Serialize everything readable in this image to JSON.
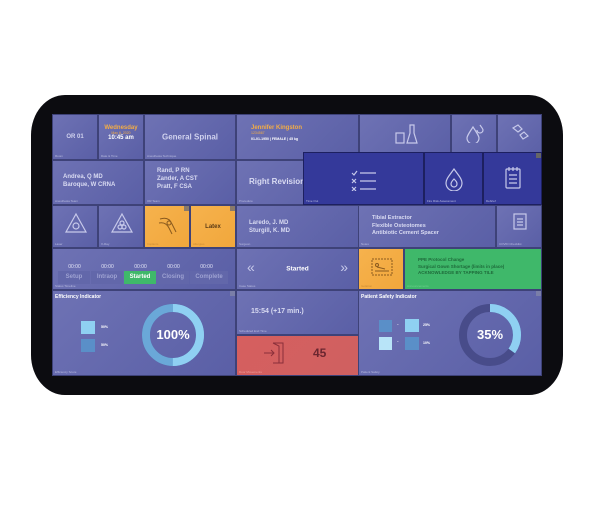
{
  "room": {
    "value": "OR 01",
    "label": "Room"
  },
  "datetime": {
    "day": "Wednesday",
    "date": "May 6, 2020",
    "time": "10:45 am",
    "label": "Date & Time"
  },
  "anesthesia_technique": {
    "value": "General Spinal",
    "label": "Anesthesia Technique"
  },
  "patient": {
    "name": "Jennifer Kingston",
    "id": "1234567",
    "details": "01-01-1950 | FEMALE | 45 kg"
  },
  "anesthesia_team": {
    "members": [
      "Andrea, Q MD",
      "Baroque, W CRNA"
    ],
    "label": "Anesthesia Team"
  },
  "or_team": {
    "members": [
      "Rand, P RN",
      "Zander, A CST",
      "Pratt, F CSA"
    ],
    "label": "OR Team"
  },
  "procedure": {
    "value": "Right Revision",
    "label": "Procedure"
  },
  "time_out": {
    "label": "Time Out"
  },
  "fire_risk": {
    "label": "Fire Risk Assessment"
  },
  "debrief": {
    "label": "Debrief"
  },
  "laser": {
    "label": "Laser"
  },
  "xray": {
    "label": "X-Ray"
  },
  "implants": {
    "label": "Implants"
  },
  "allergies": {
    "value": "Latex",
    "label": "Allergies"
  },
  "surgeon": {
    "members": [
      "Laredo, J. MD",
      "Sturgill, K. MD"
    ],
    "label": "Surgeon"
  },
  "notes": {
    "lines": [
      "Tibial Extractor",
      "Flexible Osteotomes",
      "Antibiotic Cement Spacer"
    ],
    "label": "Notes"
  },
  "covid": {
    "label": "COVID Checklist"
  },
  "timeline": {
    "label": "Status Timeline",
    "steps": [
      {
        "name": "Setup",
        "time": "00:00"
      },
      {
        "name": "Intraop",
        "time": "00:00"
      },
      {
        "name": "Started",
        "time": "00:00"
      },
      {
        "name": "Closing",
        "time": "00:00"
      },
      {
        "name": "Complete",
        "time": "00:00"
      }
    ]
  },
  "case_status": {
    "value": "Started",
    "label": "Case Status"
  },
  "isolation": {
    "label": "Isolation"
  },
  "announcement": {
    "lines": [
      "PPE Protocol Change",
      "Surgical Gown Shortage (limits in place)",
      "ACKNOWLEDGE BY TAPPING TILE"
    ],
    "label": "Announcements"
  },
  "efficiency": {
    "title": "Efficiency Indicator",
    "percent_text": "100%",
    "percent": 100,
    "items": [
      "50%",
      "50%"
    ],
    "label": "Efficiency Score"
  },
  "end_time": {
    "value": "15:54 (+17 min.)",
    "label": "Scheduled End Time"
  },
  "door": {
    "value": "45",
    "label": "Door Movements"
  },
  "safety": {
    "title": "Patient Safety Indicator",
    "percent_text": "35%",
    "percent": 35,
    "items": [
      "25%",
      "10%"
    ],
    "label": "Patient Safety"
  },
  "colors": {
    "accent": "#f4ad45",
    "green": "#3fb86a",
    "red": "#d65f5f",
    "tile": "#6468ad"
  }
}
